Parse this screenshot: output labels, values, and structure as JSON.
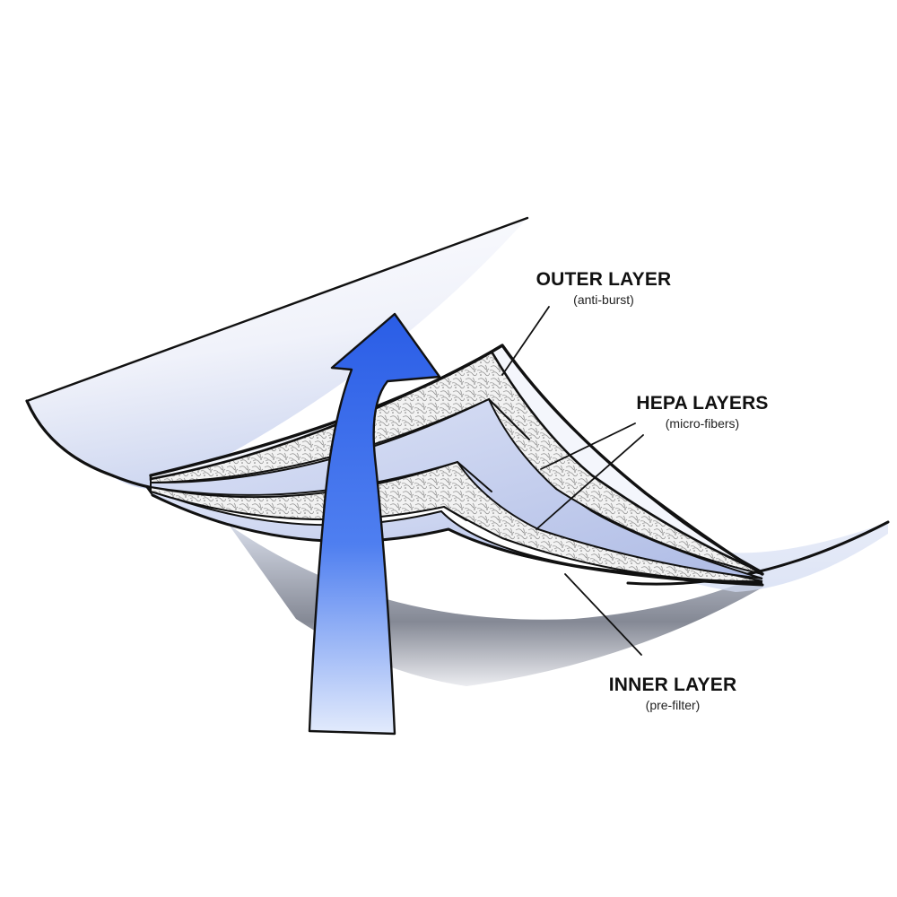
{
  "labels": {
    "outer": {
      "title": "OUTER LAYER",
      "sub": "(anti-burst)"
    },
    "hepa": {
      "title": "HEPA LAYERS",
      "sub": "(micro-fibers)"
    },
    "inner": {
      "title": "INNER LAYER",
      "sub": "(pre-filter)"
    }
  },
  "colors": {
    "arrow": "#2f63e8",
    "arrow_light": "#d6e2fb",
    "sheet": "#e6eaf6",
    "layer_band": "#c7d1ef",
    "ink": "#111111"
  }
}
